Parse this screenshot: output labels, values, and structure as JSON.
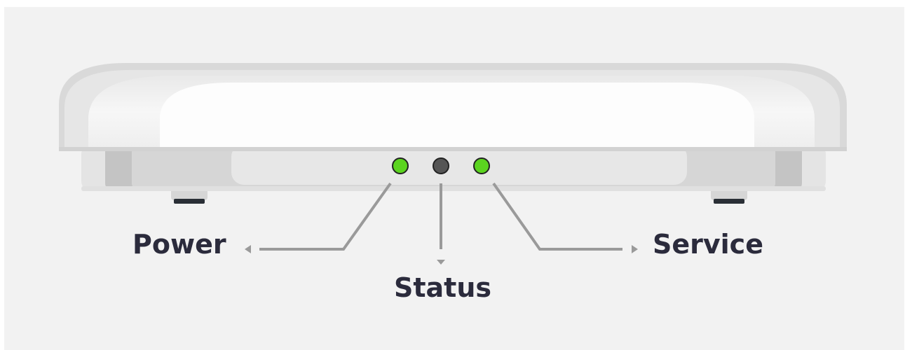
{
  "labels": {
    "power": "Power",
    "status": "Status",
    "service": "Service"
  },
  "leds": [
    {
      "name": "power",
      "state": "on",
      "color": "#5bd41f"
    },
    {
      "name": "status",
      "state": "off",
      "color": "#555555"
    },
    {
      "name": "service",
      "state": "on",
      "color": "#5bd41f"
    }
  ],
  "colors": {
    "background": "#f2f2f2",
    "label_text": "#2b2b3c",
    "leader_line": "#9a9a9a"
  }
}
